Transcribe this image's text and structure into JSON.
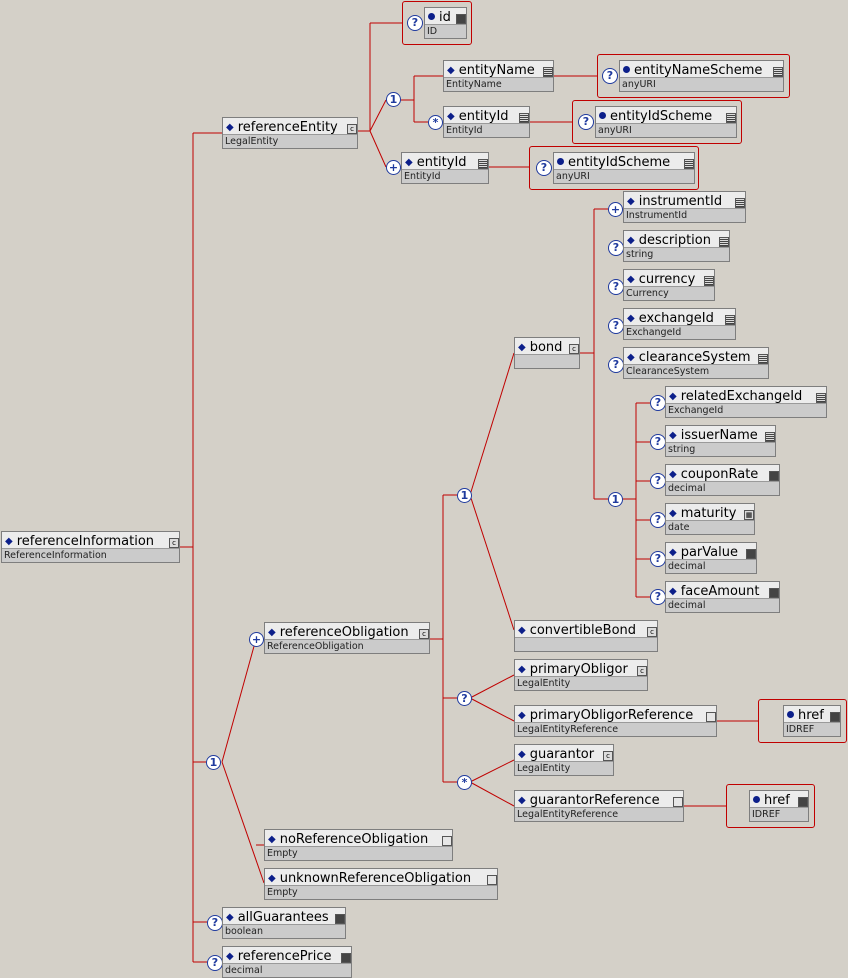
{
  "colors": {
    "background": "#d4d0c8",
    "wire": "#c00000",
    "compositor": "#1f3a9e",
    "attribute_border": "#c00000"
  },
  "nodes": {
    "referenceInformation": {
      "name": "referenceInformation",
      "type": "ReferenceInformation"
    },
    "referenceEntity": {
      "name": "referenceEntity",
      "type": "LegalEntity"
    },
    "id": {
      "name": "id",
      "type": "ID"
    },
    "entityName": {
      "name": "entityName",
      "type": "EntityName"
    },
    "entityNameScheme": {
      "name": "entityNameScheme",
      "type": "anyURI"
    },
    "entityId1": {
      "name": "entityId",
      "type": "EntityId"
    },
    "entityIdScheme1": {
      "name": "entityIdScheme",
      "type": "anyURI"
    },
    "entityId2": {
      "name": "entityId",
      "type": "EntityId"
    },
    "entityIdScheme2": {
      "name": "entityIdScheme",
      "type": "anyURI"
    },
    "instrumentId": {
      "name": "instrumentId",
      "type": "InstrumentId"
    },
    "description": {
      "name": "description",
      "type": "string"
    },
    "currency": {
      "name": "currency",
      "type": "Currency"
    },
    "exchangeId": {
      "name": "exchangeId",
      "type": "ExchangeId"
    },
    "clearanceSystem": {
      "name": "clearanceSystem",
      "type": "ClearanceSystem"
    },
    "bond": {
      "name": "bond",
      "type": ""
    },
    "relatedExchangeId": {
      "name": "relatedExchangeId",
      "type": "ExchangeId"
    },
    "issuerName": {
      "name": "issuerName",
      "type": "string"
    },
    "couponRate": {
      "name": "couponRate",
      "type": "decimal"
    },
    "maturity": {
      "name": "maturity",
      "type": "date"
    },
    "parValue": {
      "name": "parValue",
      "type": "decimal"
    },
    "faceAmount": {
      "name": "faceAmount",
      "type": "decimal"
    },
    "convertibleBond": {
      "name": "convertibleBond",
      "type": ""
    },
    "referenceObligation": {
      "name": "referenceObligation",
      "type": "ReferenceObligation"
    },
    "primaryObligor": {
      "name": "primaryObligor",
      "type": "LegalEntity"
    },
    "primaryObligorReference": {
      "name": "primaryObligorReference",
      "type": "LegalEntityReference"
    },
    "href1": {
      "name": "href",
      "type": "IDREF"
    },
    "guarantor": {
      "name": "guarantor",
      "type": "LegalEntity"
    },
    "guarantorReference": {
      "name": "guarantorReference",
      "type": "LegalEntityReference"
    },
    "href2": {
      "name": "href",
      "type": "IDREF"
    },
    "noReferenceObligation": {
      "name": "noReferenceObligation",
      "type": "Empty"
    },
    "unknownReferenceObligation": {
      "name": "unknownReferenceObligation",
      "type": "Empty"
    },
    "allGuarantees": {
      "name": "allGuarantees",
      "type": "boolean"
    },
    "referencePrice": {
      "name": "referencePrice",
      "type": "decimal"
    }
  },
  "connectors": {
    "entity_choice": "1",
    "entity_any": "*",
    "entity_seq_plus": "+",
    "bond_seq": "+",
    "bond_choice": "1",
    "bond_related": "1",
    "obligation_choice": "1",
    "obligor_optional": "?",
    "guarantor_any": "*",
    "root_seq": "+",
    "root_choice": "1"
  },
  "icons": {
    "complex": "c-badge-icon",
    "simple": "lines-icon",
    "decimal": "ddd-icon",
    "boolean": "yn-icon",
    "date": "calendar-icon",
    "attribute_flag": "dash-icon",
    "optional": "question-icon"
  }
}
